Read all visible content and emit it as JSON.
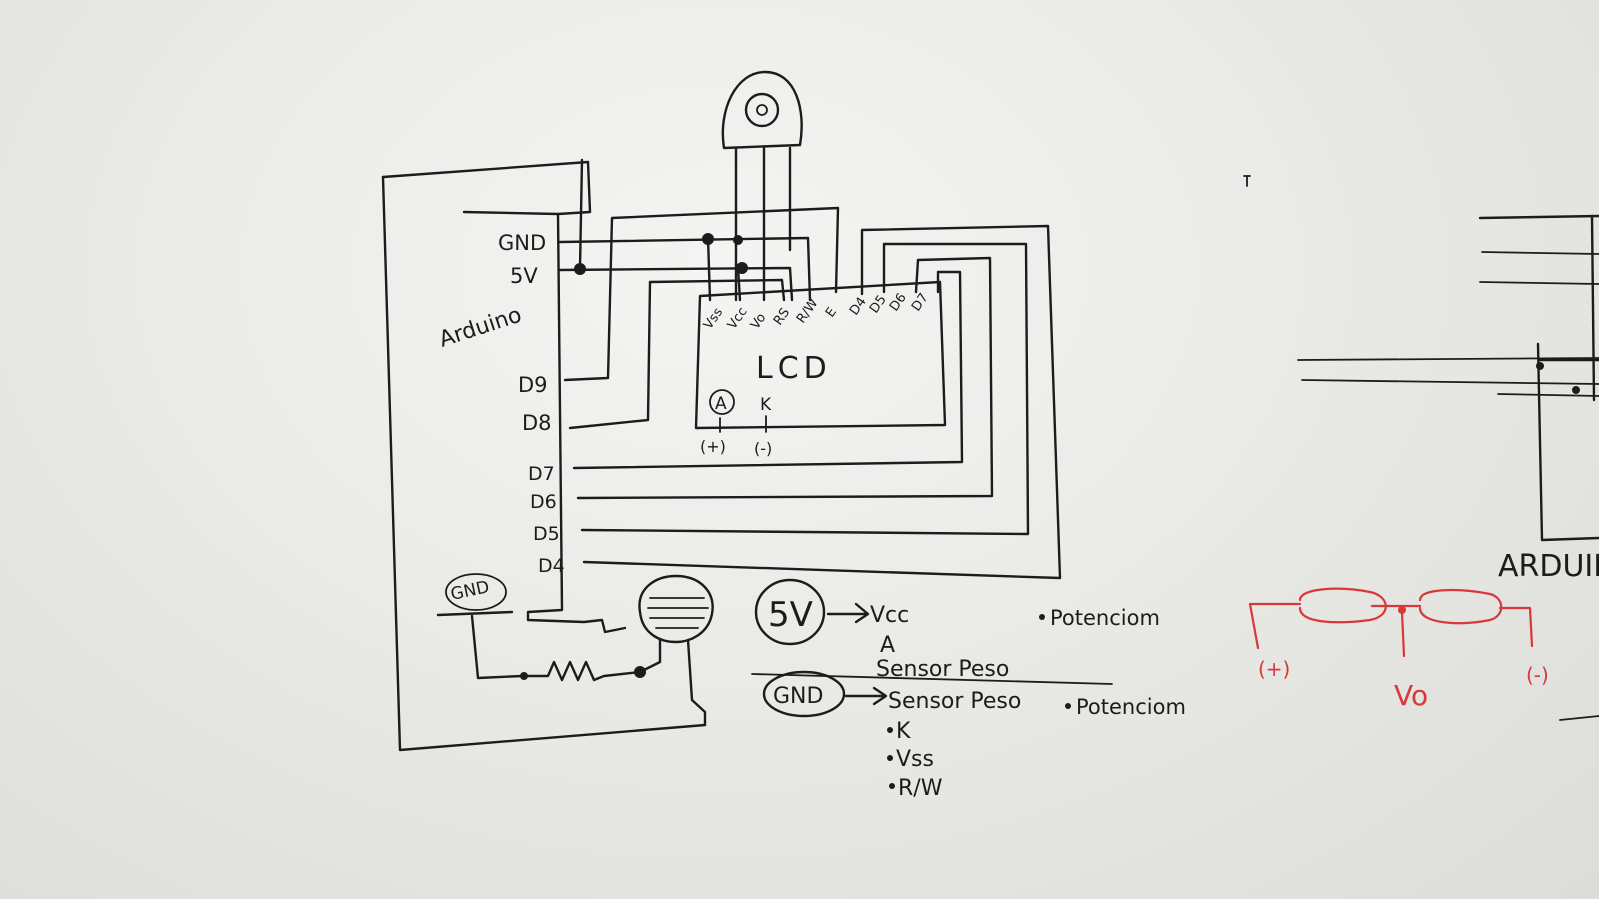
{
  "arduino": {
    "title": "Arduino",
    "pins": {
      "gnd": "GND",
      "v5": "5V",
      "d9": "D9",
      "d8": "D8",
      "d7": "D7",
      "d6": "D6",
      "d5": "D5",
      "d4": "D4"
    },
    "gnd_external": "GND"
  },
  "lcd": {
    "title": "LCD",
    "pins": [
      "Vss",
      "Vcc",
      "Vo",
      "RS",
      "R/W",
      "E",
      "D4",
      "D5",
      "D6",
      "D7"
    ],
    "backlight_a": "A",
    "backlight_k": "K",
    "polarity_plus": "(+)",
    "polarity_minus": "(-)"
  },
  "notes": {
    "v5_label": "5V",
    "v5_items": [
      "Vcc",
      "A",
      "Sensor Peso"
    ],
    "v5_side": "Potenciom",
    "gnd_label": "GND",
    "gnd_first": "Sensor Peso",
    "gnd_side": "Potenciom",
    "gnd_items": [
      "K",
      "Vss",
      "R/W"
    ]
  },
  "red_diagram": {
    "plus": "(+)",
    "vo": "Vo",
    "minus": "(-)"
  },
  "right_fragment": {
    "label": "ARDUIN"
  },
  "colors": {
    "ink": "#1c1c1c",
    "red_marker": "#d8383a",
    "board": "#eaeae7"
  }
}
